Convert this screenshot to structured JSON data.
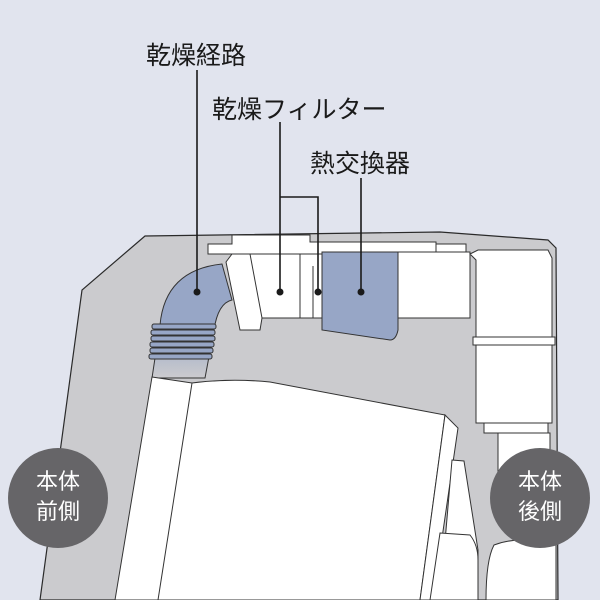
{
  "labels": {
    "drying_path": "乾燥経路",
    "drying_filter": "乾燥フィルター",
    "heat_exchanger": "熱交換器"
  },
  "badges": {
    "front": {
      "line1": "本体",
      "line2": "前側"
    },
    "rear": {
      "line1": "本体",
      "line2": "後側"
    }
  },
  "colors": {
    "background": "#e1e4ee",
    "housing": "#cbcbce",
    "component_white": "#ffffff",
    "highlight_blue": "#97a6c6",
    "badge": "#666568",
    "line": "#1a1a1a"
  }
}
